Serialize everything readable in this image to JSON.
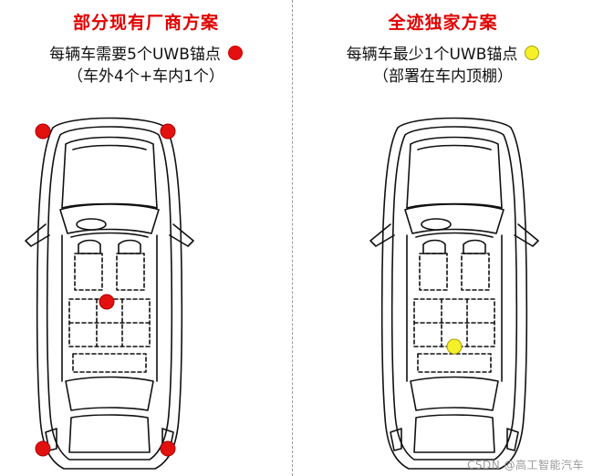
{
  "colors": {
    "title": "#e00000",
    "anchor_red": "#e31010",
    "anchor_yellow": "#f5f02a",
    "divider": "#9a9a9a"
  },
  "left": {
    "title": "部分现有厂商方案",
    "desc_line1": "每辆车需要5个UWB锚点",
    "desc_line2": "（车外4个+车内1个）",
    "legend_icon": "red-dot"
  },
  "right": {
    "title": "全迹独家方案",
    "desc_line1": "每辆车最少1个UWB锚点",
    "desc_line2": "（部署在车内顶棚）",
    "legend_icon": "yellow-dot"
  },
  "watermark": "CSDN @高工智能汽车"
}
